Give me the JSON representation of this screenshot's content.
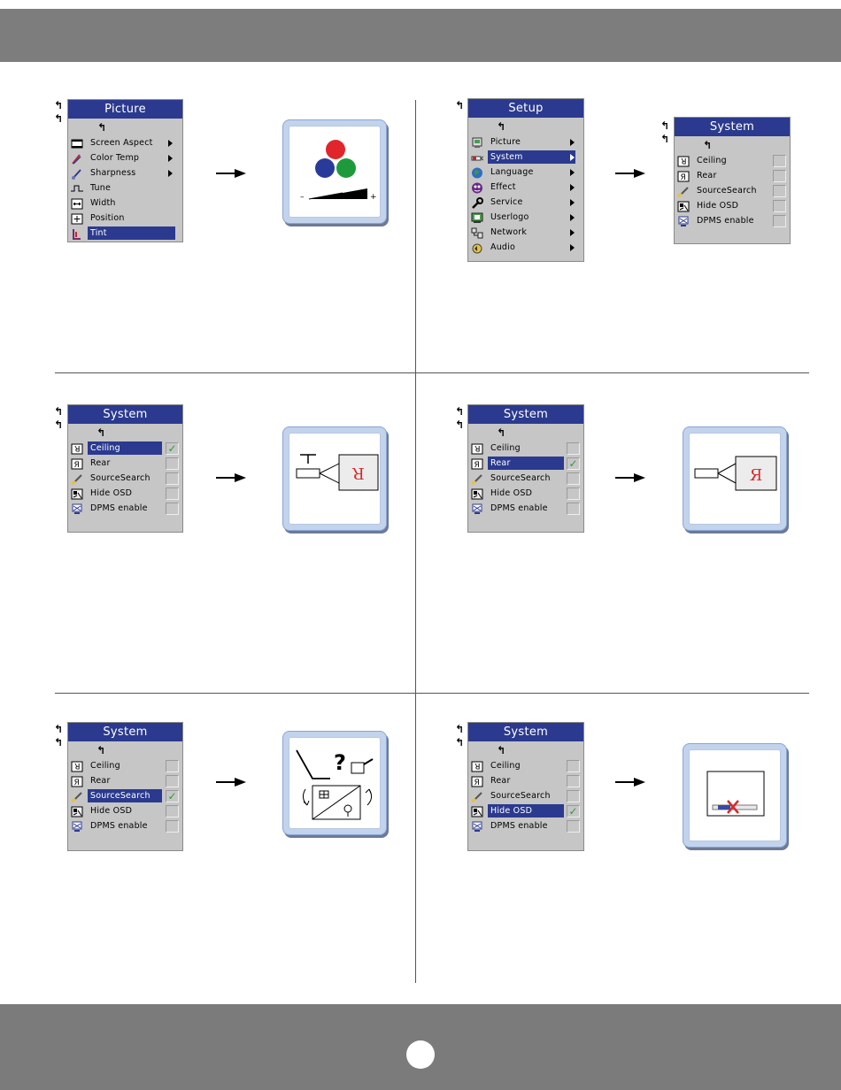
{
  "menus": {
    "picture": {
      "title": "Picture",
      "items": [
        {
          "label": "Screen Aspect",
          "icon": "screen-aspect-icon",
          "submenu": true
        },
        {
          "label": "Color Temp",
          "icon": "color-temp-icon",
          "submenu": true
        },
        {
          "label": "Sharpness",
          "icon": "sharpness-icon",
          "submenu": true
        },
        {
          "label": "Tune",
          "icon": "tune-icon",
          "submenu": false
        },
        {
          "label": "Width",
          "icon": "width-icon",
          "submenu": false
        },
        {
          "label": "Position",
          "icon": "position-icon",
          "submenu": false
        },
        {
          "label": "Tint",
          "icon": "tint-icon",
          "submenu": false,
          "selected": true
        }
      ]
    },
    "setup": {
      "title": "Setup",
      "items": [
        {
          "label": "Picture",
          "icon": "picture-icon",
          "submenu": true
        },
        {
          "label": "System",
          "icon": "system-icon",
          "submenu": true,
          "selected": true
        },
        {
          "label": "Language",
          "icon": "globe-icon",
          "submenu": true
        },
        {
          "label": "Effect",
          "icon": "effect-icon",
          "submenu": true
        },
        {
          "label": "Service",
          "icon": "wrench-icon",
          "submenu": true
        },
        {
          "label": "Userlogo",
          "icon": "userlogo-icon",
          "submenu": true
        },
        {
          "label": "Network",
          "icon": "network-icon",
          "submenu": true
        },
        {
          "label": "Audio",
          "icon": "audio-icon",
          "submenu": true
        }
      ]
    },
    "system": {
      "title": "System",
      "items": [
        {
          "label": "Ceiling",
          "icon": "ceiling-icon"
        },
        {
          "label": "Rear",
          "icon": "rear-icon"
        },
        {
          "label": "SourceSearch",
          "icon": "source-search-icon"
        },
        {
          "label": "Hide OSD",
          "icon": "hide-osd-icon"
        },
        {
          "label": "DPMS enable",
          "icon": "dpms-icon"
        }
      ]
    }
  },
  "panels": {
    "tint_minus": "–",
    "tint_plus": "+",
    "ceiling_letter": "R",
    "rear_letter": "Я",
    "sourcesearch_mark": "?"
  },
  "colors": {
    "menu_title_bg": "#2b3a8f",
    "menu_bg": "#c6c6c6",
    "check": "#2d9a3c",
    "panel_border": "#c2d3ec"
  }
}
